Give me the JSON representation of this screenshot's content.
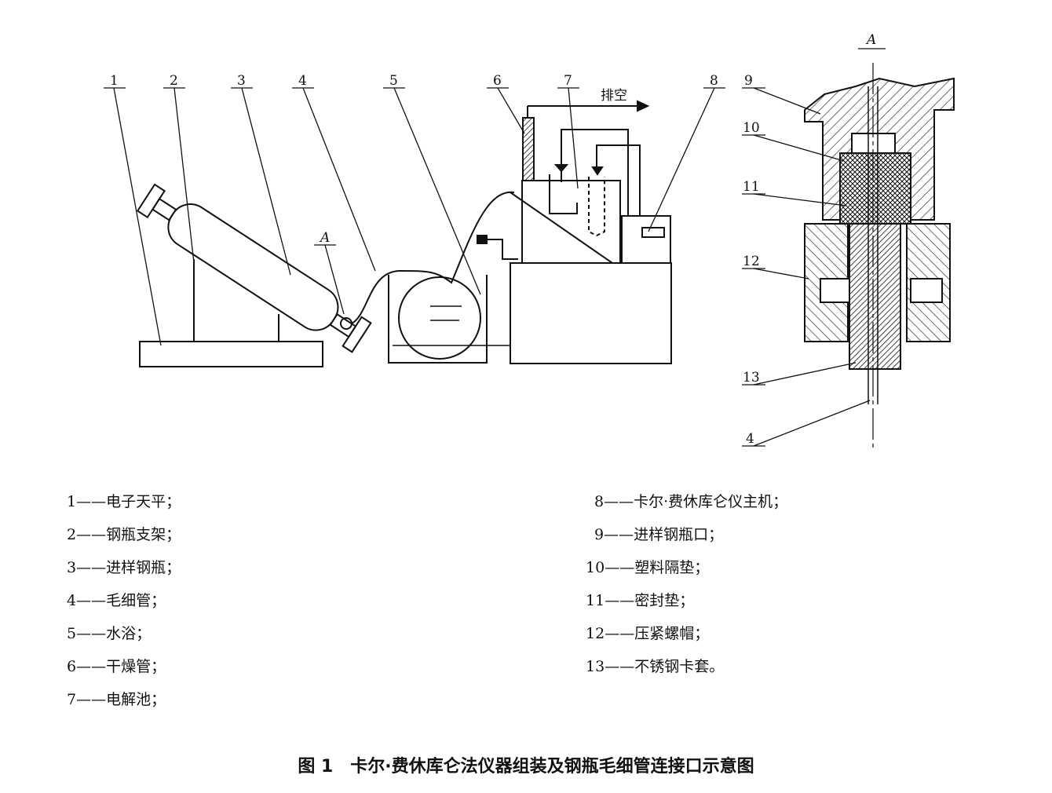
{
  "figure": {
    "callout_numbers": [
      "1",
      "2",
      "3",
      "4",
      "5",
      "6",
      "7",
      "8",
      "9",
      "10",
      "11",
      "12",
      "13",
      "4"
    ],
    "section_mark": "A",
    "vent_label": "排空"
  },
  "legend": [
    {
      "num": "1",
      "text": "电子天平；"
    },
    {
      "num": "2",
      "text": "钢瓶支架；"
    },
    {
      "num": "3",
      "text": "进样钢瓶；"
    },
    {
      "num": "4",
      "text": "毛细管；"
    },
    {
      "num": "5",
      "text": "水浴；"
    },
    {
      "num": "6",
      "text": "干燥管；"
    },
    {
      "num": "7",
      "text": "电解池；"
    },
    {
      "num": "8",
      "text": "卡尔·费休库仑仪主机；"
    },
    {
      "num": "9",
      "text": "进样钢瓶口；"
    },
    {
      "num": "10",
      "text": "塑料隔垫；"
    },
    {
      "num": "11",
      "text": "密封垫；"
    },
    {
      "num": "12",
      "text": "压紧螺帽；"
    },
    {
      "num": "13",
      "text": "不锈钢卡套。"
    }
  ],
  "caption": "图 1　卡尔·费休库仑法仪器组装及钢瓶毛细管连接口示意图"
}
